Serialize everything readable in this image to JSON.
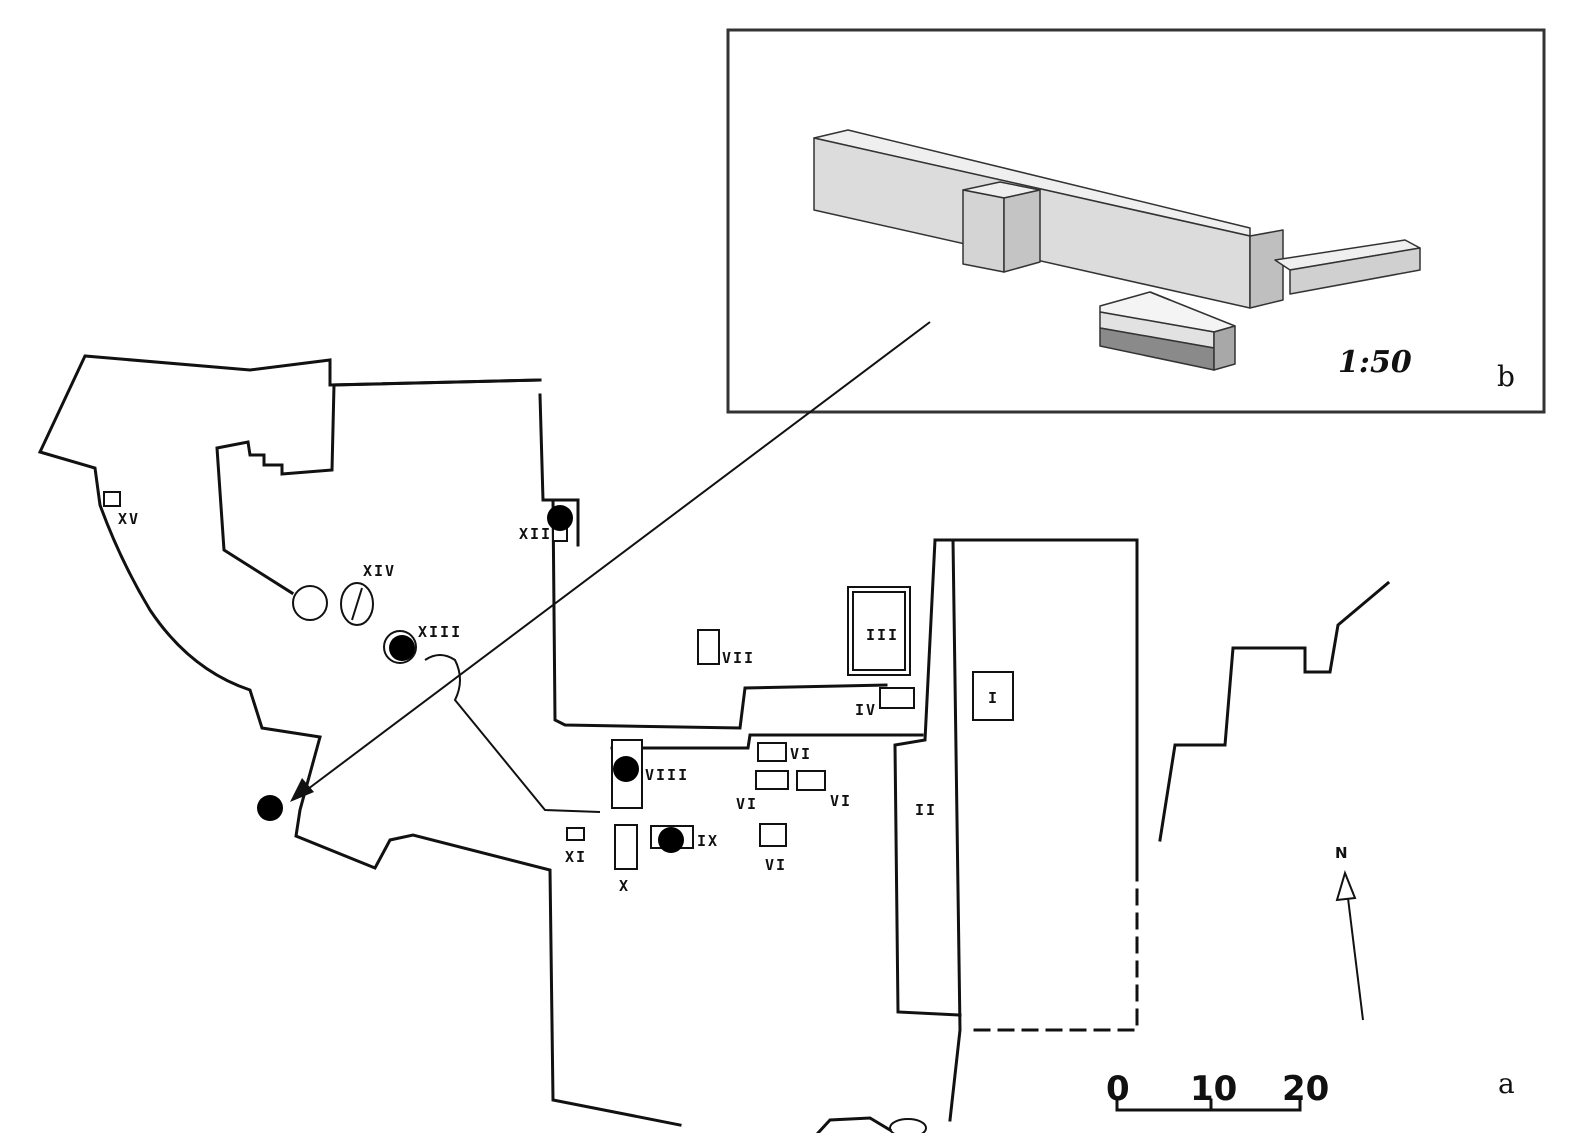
{
  "room_labels": {
    "I": "I",
    "II": "II",
    "III": "III",
    "IV": "IV",
    "VI_a": "VI",
    "VI_b": "VI",
    "VI_c": "VI",
    "VI_d": "VI",
    "VII": "VII",
    "VIII": "VIII",
    "IX": "IX",
    "X": "X",
    "XI": "XI",
    "XII": "XII",
    "XIII": "XIII",
    "XIV": "XIV",
    "XV": "XV"
  },
  "north_label": "N",
  "scale_bar": {
    "ticks": [
      "0",
      "10",
      "20"
    ]
  },
  "inset": {
    "scale_ratio": "1:50",
    "panel_letter": "b"
  },
  "main_panel_letter": "a",
  "colors": {
    "line": "#111111",
    "marker": "#000000",
    "block_light": "#dcdcdc",
    "block_dark": "#8a8a8a"
  }
}
